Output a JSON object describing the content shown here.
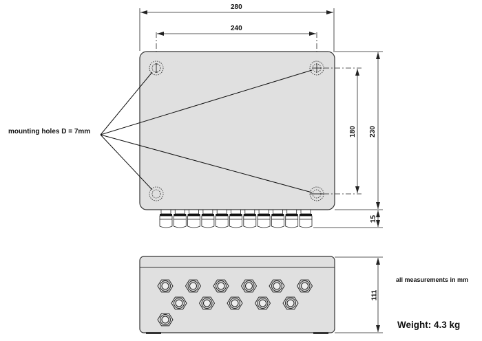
{
  "title": "Enclosure dimensional drawing",
  "dimensions": {
    "overall_width": "280",
    "hole_spacing_width": "240",
    "hole_spacing_height": "180",
    "overall_height": "230",
    "gland_protrusion": "15",
    "depth": "111"
  },
  "annotations": {
    "mounting_holes": "mounting holes D = 7mm",
    "units_note": "all measurements in mm",
    "weight": "Weight: 4.3 kg"
  },
  "top_view": {
    "mounting_hole_count": 4,
    "cable_gland_count": 11
  },
  "side_view": {
    "gland_rows": [
      6,
      5,
      1
    ]
  },
  "colors": {
    "body_fill": "#e0e0e0",
    "line": "#222222",
    "background": "#ffffff"
  }
}
